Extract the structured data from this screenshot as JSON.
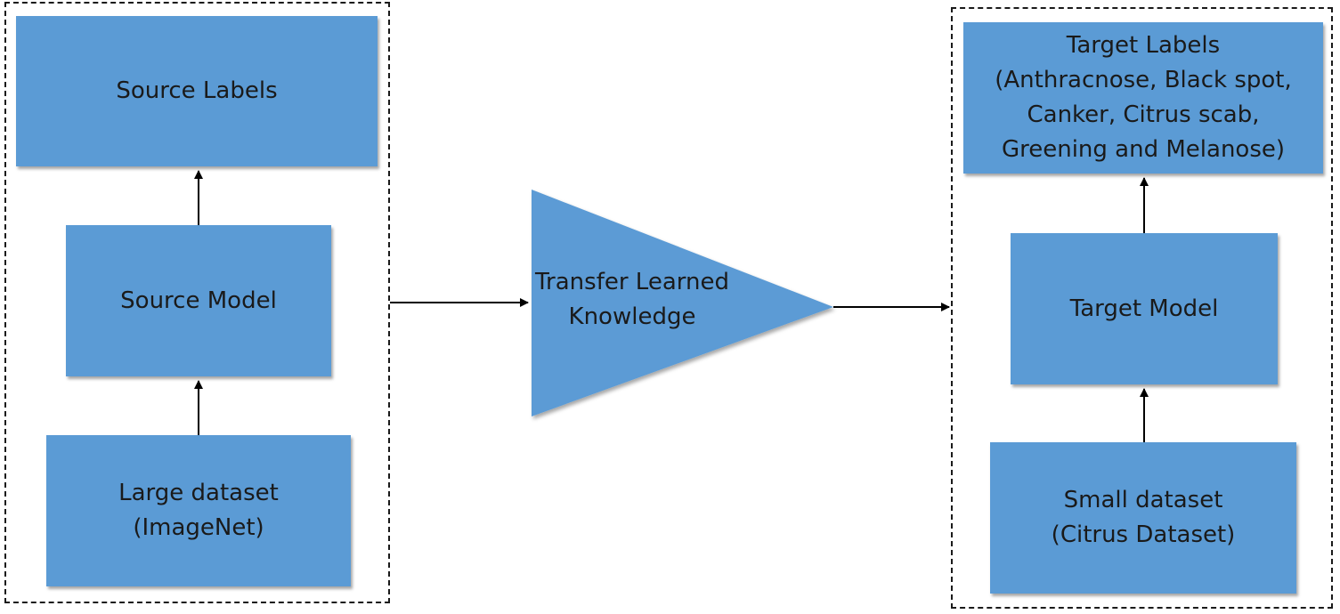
{
  "colors": {
    "box_fill": "#5b9bd5",
    "text": "#1a1a1a",
    "lines": "#000000",
    "dashed_border": "#1a1a1a"
  },
  "source": {
    "labels": "Source Labels",
    "model": "Source Model",
    "dataset": "Large dataset\n(ImageNet)"
  },
  "transfer": {
    "label": "Transfer Learned\nKnowledge"
  },
  "target": {
    "labels": "Target Labels\n(Anthracnose, Black spot,\nCanker, Citrus scab,\nGreening and  Melanose)",
    "model": "Target Model",
    "dataset": "Small dataset\n(Citrus Dataset)"
  }
}
